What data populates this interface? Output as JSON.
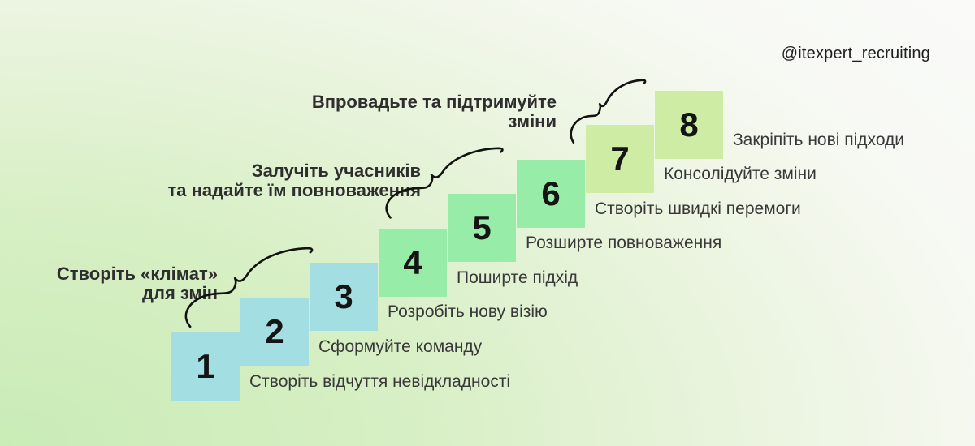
{
  "handle": "@itexpert_recruiting",
  "colors": {
    "background_green": "#c9ecb6",
    "background_white": "#fafaf9",
    "step_cyan": "#a2dee2",
    "step_green": "#97eda7",
    "step_lime": "#cfeca4",
    "number_text": "#141414",
    "label_text": "#383838",
    "flourish_stroke": "#121212"
  },
  "groups": [
    {
      "lines": [
        "Створіть «клімат»",
        "для змін"
      ]
    },
    {
      "lines": [
        "Залучіть учасників",
        "та надайте їм повноваження"
      ]
    },
    {
      "lines": [
        "Впровадьте та підтримуйте",
        "зміни"
      ]
    }
  ],
  "steps": [
    {
      "number": "1",
      "label": "Створіть відчуття невідкладності",
      "color": "#a2dee2"
    },
    {
      "number": "2",
      "label": "Сформуйте команду",
      "color": "#a2dee2"
    },
    {
      "number": "3",
      "label": "Розробіть нову візію",
      "color": "#a2dee2"
    },
    {
      "number": "4",
      "label": "Поширте підхід",
      "color": "#97eda7"
    },
    {
      "number": "5",
      "label": "Розширте повноваження",
      "color": "#97eda7"
    },
    {
      "number": "6",
      "label": "Створіть швидкі перемоги",
      "color": "#97eda7"
    },
    {
      "number": "7",
      "label": "Консолідуйте зміни",
      "color": "#cfeca4"
    },
    {
      "number": "8",
      "label": "Закріпіть нові підходи",
      "color": "#cfeca4"
    }
  ]
}
